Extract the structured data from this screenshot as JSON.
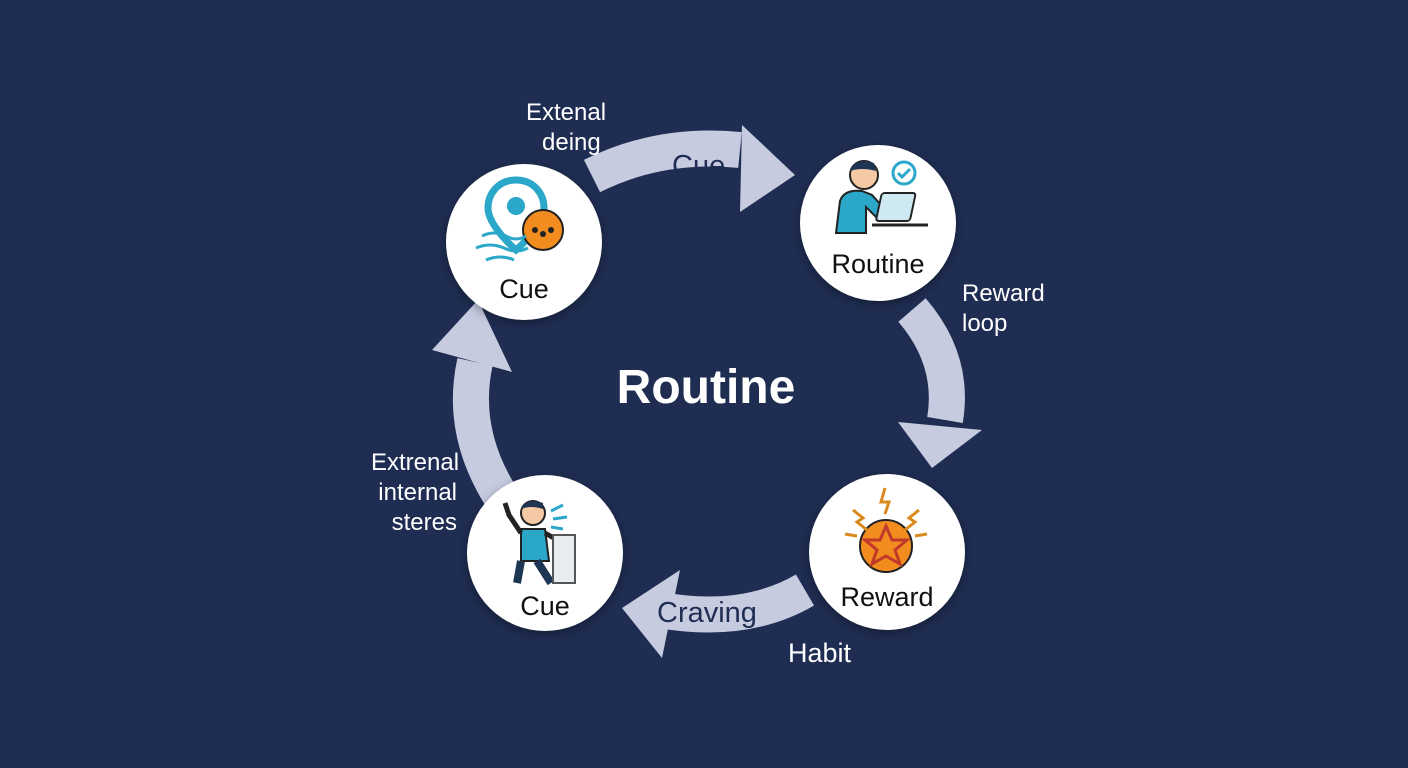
{
  "center_title": "Routine",
  "nodes": {
    "top_left": {
      "label": "Cue",
      "icon": "location-pin-icon"
    },
    "top_right": {
      "label": "Routine",
      "icon": "person-laptop-icon"
    },
    "bottom_right": {
      "label": "Reward",
      "icon": "star-medal-icon"
    },
    "bottom_left": {
      "label": "Cue",
      "icon": "person-waving-icon"
    }
  },
  "arrows": {
    "top": "Cue",
    "bottom": "Craving"
  },
  "labels": {
    "top_left": [
      "Extenal",
      "deing"
    ],
    "right": [
      "Reward",
      "loop"
    ],
    "left": [
      "Extrenal",
      "internal",
      "steres"
    ],
    "bottom": "Habit"
  },
  "colors": {
    "background": "#1f2d52",
    "arrow": "#c7cbe0",
    "accent_teal": "#2aa7c9",
    "accent_orange": "#f28c1e"
  }
}
